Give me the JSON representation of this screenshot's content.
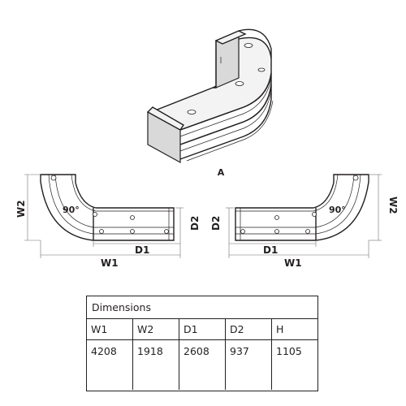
{
  "view_label": "A",
  "left_plan": {
    "angle": "90°",
    "w1": "W1",
    "w2": "W2",
    "d1": "D1",
    "d2": "D2"
  },
  "right_plan": {
    "angle": "90°",
    "w1": "W1",
    "w2": "W2",
    "d1": "D1",
    "d2": "D2"
  },
  "table": {
    "title": "Dimensions",
    "headers": [
      "W1",
      "W2",
      "D1",
      "D2",
      "H"
    ],
    "values": [
      "4208",
      "1918",
      "2608",
      "937",
      "1105"
    ]
  }
}
